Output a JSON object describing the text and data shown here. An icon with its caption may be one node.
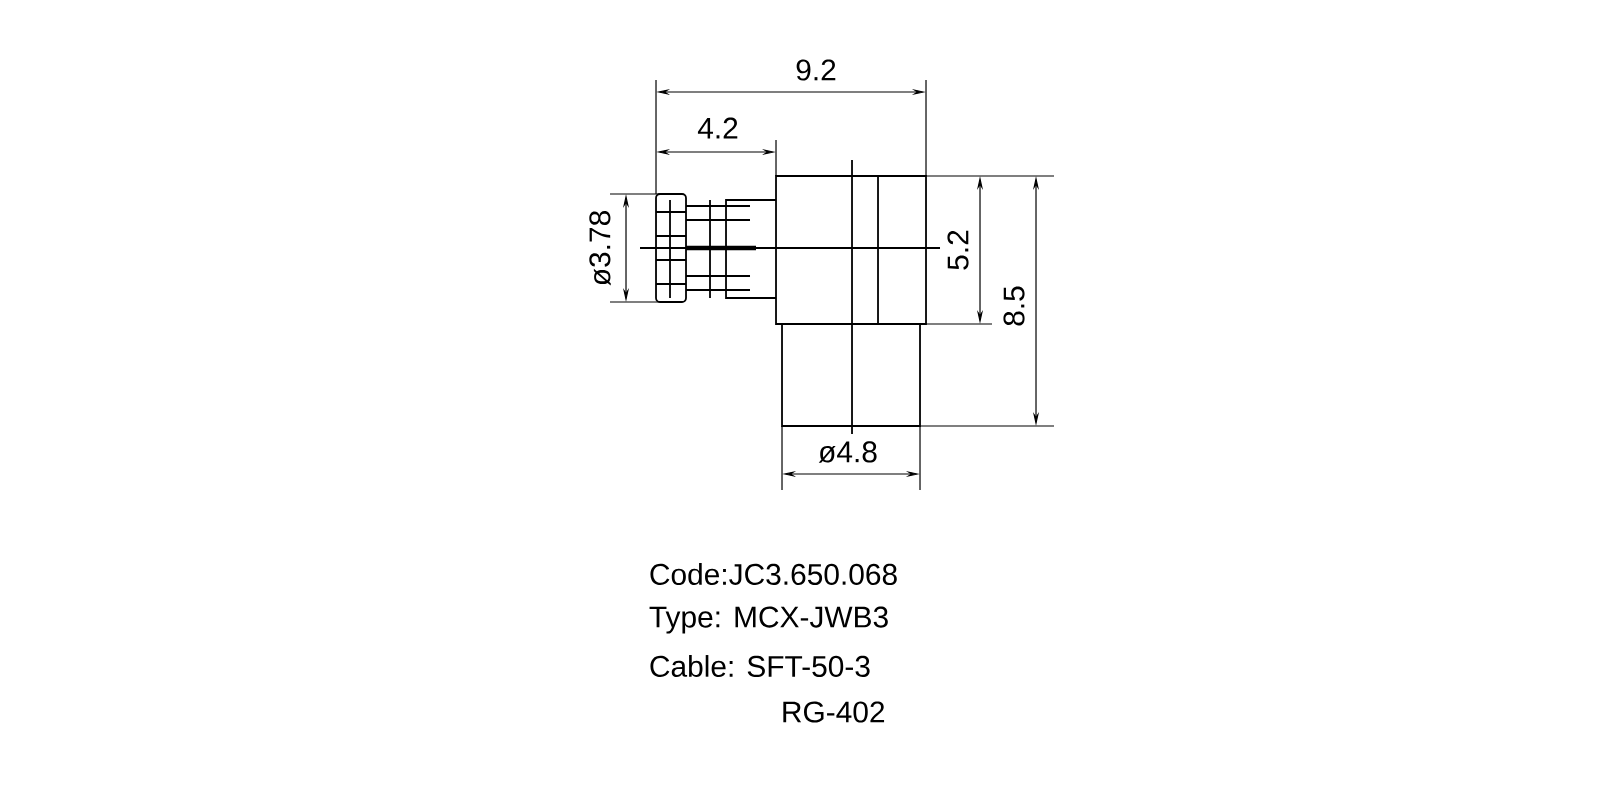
{
  "diagram": {
    "labels": [
      "9.2",
      "4.2",
      "ø3.78",
      "5.2",
      "8.5",
      "ø4.8",
      "Code:JC3.650.068",
      "Type: MCX-JWB3",
      "Cable: SFT-50-3",
      "RG-402"
    ]
  }
}
